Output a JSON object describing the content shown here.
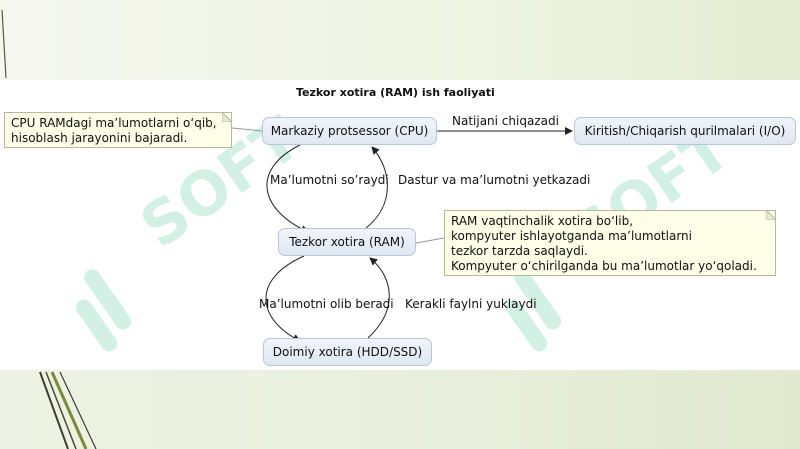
{
  "diagram": {
    "title": "Tezkor xotira (RAM) ish faoliyati",
    "nodes": {
      "cpu": "Markaziy protsessor (CPU)",
      "io": "Kiritish/Chiqarish qurilmalari (I/O)",
      "ram": "Tezkor xotira (RAM)",
      "storage": "Doimiy xotira (HDD/SSD)"
    },
    "edges": {
      "cpu_to_io": "Natijani chiqazadi",
      "cpu_reads_ram": "Ma’lumotni so’raydi",
      "ram_feeds_cpu": "Dastur va ma’lumotni yetkazadi",
      "ram_reads_storage": "Ma’lumotni olib beradi",
      "storage_loads_ram": "Kerakli faylni yuklaydi"
    },
    "notes": {
      "cpu": [
        "CPU RAMdagi ma’lumotlarni o‘qib,",
        "hisoblash jarayonini bajaradi."
      ],
      "ram": [
        "RAM vaqtinchalik xotira bo‘lib,",
        "kompyuter ishlayotganda ma’lumotlarni",
        "tezkor tarzda saqlaydi.",
        "Kompyuter o‘chirilganda bu ma’lumotlar yo‘qoladi."
      ]
    }
  },
  "watermark": {
    "text": "SOFT",
    "color": "#7fd3b0"
  },
  "colors": {
    "node_border": "#b8c6d9",
    "note_fill": "#fefee8",
    "accent_green": "#8aa43a"
  }
}
